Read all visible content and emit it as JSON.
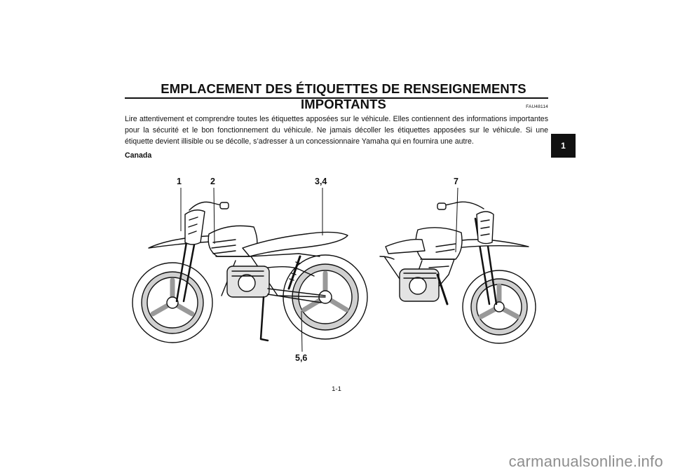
{
  "header": {
    "title": "EMPLACEMENT DES ÉTIQUETTES DE RENSEIGNEMENTS IMPORTANTS",
    "code": "FAU48114"
  },
  "body": {
    "intro": "Lire attentivement et comprendre toutes les étiquettes apposées sur le véhicule. Elles contiennent des informations importantes pour la sécurité et le bon fonctionnement du véhicule. Ne jamais décoller les étiquettes apposées sur le véhicule. Si une étiquette devient illisible ou se décolle, s’adresser à un concessionnaire Yamaha qui en fournira une autre.",
    "region": "Canada"
  },
  "chapter_tab": "1",
  "callouts": [
    "1",
    "2",
    "3,4",
    "7",
    "5,6"
  ],
  "page_number": "1-1",
  "watermark": "carmanualsonline.info"
}
